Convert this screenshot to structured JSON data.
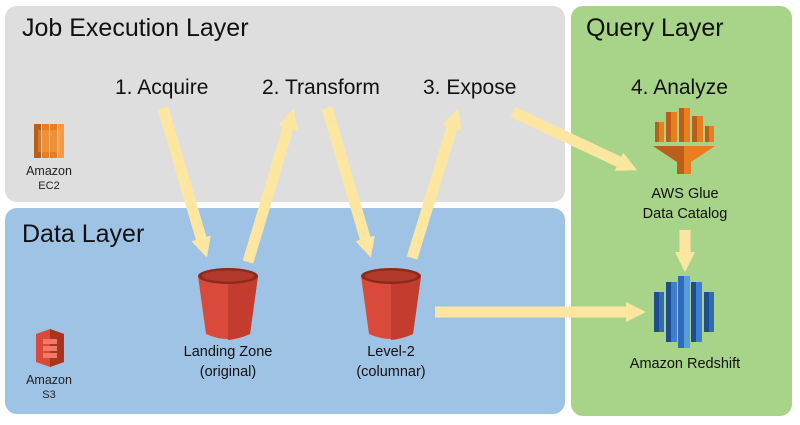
{
  "layers": {
    "job_execution": "Job Execution Layer",
    "query": "Query Layer",
    "data": "Data Layer"
  },
  "steps": {
    "acquire": "1. Acquire",
    "transform": "2. Transform",
    "expose": "3. Expose",
    "analyze": "4. Analyze"
  },
  "services": {
    "ec2": {
      "name": "Amazon",
      "sub": "EC2"
    },
    "s3": {
      "name": "Amazon",
      "sub": "S3"
    },
    "glue": {
      "line1": "AWS Glue",
      "line2": "Data Catalog"
    },
    "redshift": "Amazon Redshift"
  },
  "storage": {
    "landing": {
      "line1": "Landing Zone",
      "line2": "(original)"
    },
    "level2": {
      "line1": "Level-2",
      "line2": "(columnar)"
    }
  },
  "colors": {
    "job_layer_bg": "#dedede",
    "data_layer_bg": "#9fc3e5",
    "query_layer_bg": "#a8d48a",
    "arrow": "#fde7a0",
    "bucket_red": "#d94a3b",
    "ec2_orange": "#ea7e1f",
    "redshift_blue": "#2f6cb5"
  },
  "icons": {
    "ec2": "ec2-chip-icon",
    "s3": "s3-bucket-icon",
    "glue": "glue-funnel-icon",
    "redshift": "redshift-cylinders-icon",
    "bucket": "s3-bucket-icon"
  }
}
